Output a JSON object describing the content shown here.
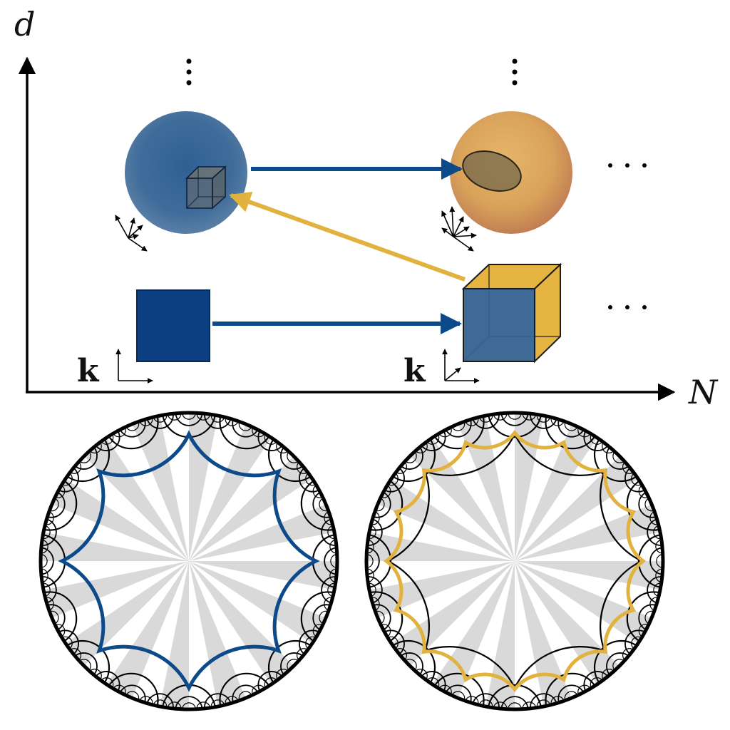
{
  "axes": {
    "y_label": "d",
    "x_label": "N",
    "vertical_ellipsis": "⋮",
    "horizontal_ellipsis": "· · ·"
  },
  "nodes": [
    {
      "id": "blue-square",
      "label": "k",
      "color": "#0c3f82"
    },
    {
      "id": "blue-ball-with-cube",
      "color": "#3b6797"
    },
    {
      "id": "gold-cube-with-blue-face",
      "label": "k",
      "color": "#e5b33f"
    },
    {
      "id": "gold-ball-with-ellipse",
      "color": "#d9a45a"
    }
  ],
  "arrows": [
    {
      "from": "blue-square",
      "to": "gold-cube-with-blue-face",
      "color": "#0c4a8a"
    },
    {
      "from": "blue-ball-with-cube",
      "to": "gold-ball-with-ellipse",
      "color": "#0c4a8a"
    },
    {
      "from": "gold-cube-with-blue-face",
      "to": "blue-ball-with-cube",
      "color": "#e1b23d"
    }
  ],
  "disks": [
    {
      "id": "left-disk",
      "polygon_color": "#0c4a8a",
      "polygon_sides": 8
    },
    {
      "id": "right-disk",
      "polygon_color": "#e1b23d",
      "polygon_sides": 16
    }
  ],
  "colors": {
    "blue": "#0c4a8a",
    "gold": "#e1b23d",
    "gray_wedge": "#d9d9d9",
    "ink": "#000000"
  }
}
